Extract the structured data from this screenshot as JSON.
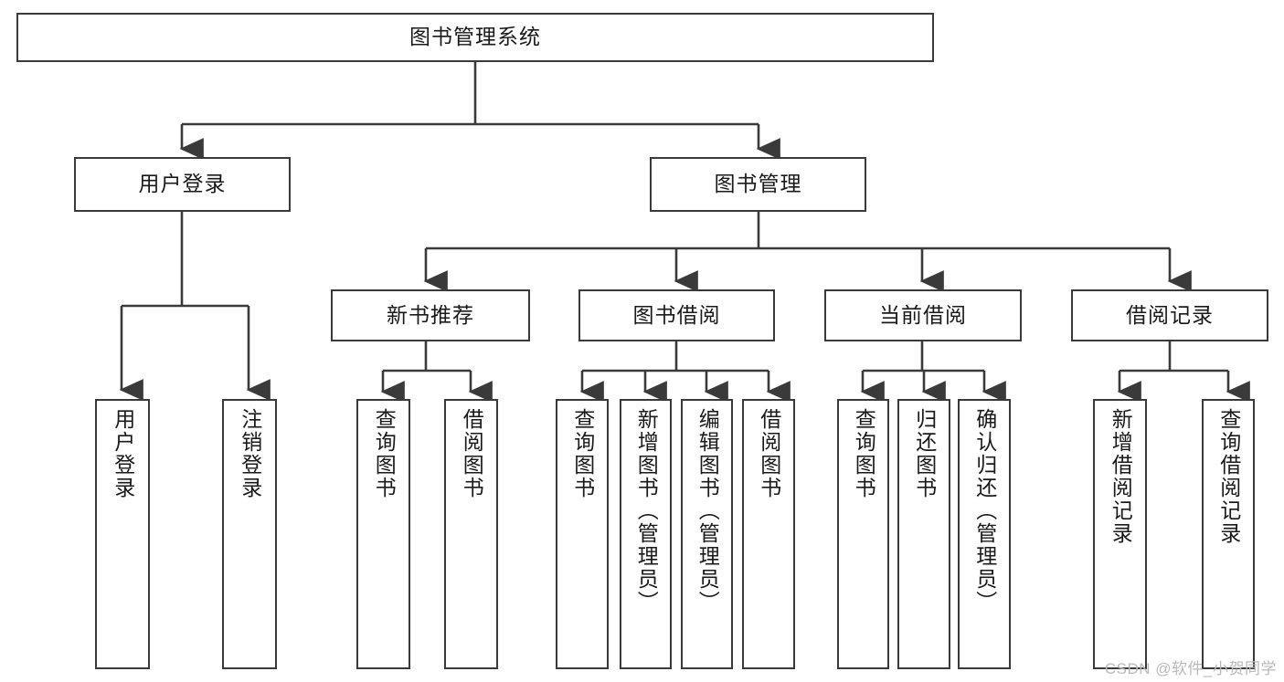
{
  "diagram": {
    "title": "图书管理系统",
    "type": "tree-hierarchy",
    "style": {
      "background": "#ffffff",
      "box_fill": "#ffffff",
      "box_border": "#3a3a3a",
      "line_color": "#3a3a3a",
      "text_color": "#1a1a1a",
      "watermark_color": "#b9b9b9"
    },
    "root": {
      "label": "图书管理系统"
    },
    "level2": [
      {
        "label": "用户登录"
      },
      {
        "label": "图书管理"
      }
    ],
    "level3": [
      {
        "label": "新书推荐"
      },
      {
        "label": "图书借阅"
      },
      {
        "label": "当前借阅"
      },
      {
        "label": "借阅记录"
      }
    ],
    "leaves": {
      "user_login": [
        {
          "label": "用户登录"
        },
        {
          "label": "注销登录"
        }
      ],
      "new_book_recommend": [
        {
          "label": "查询图书"
        },
        {
          "label": "借阅图书"
        }
      ],
      "book_borrow": [
        {
          "label": "查询图书"
        },
        {
          "label": "新增图书（管理员）"
        },
        {
          "label": "编辑图书（管理员）"
        },
        {
          "label": "借阅图书"
        }
      ],
      "current_borrow": [
        {
          "label": "查询图书"
        },
        {
          "label": "归还图书"
        },
        {
          "label": "确认归还（管理员）"
        }
      ],
      "borrow_record": [
        {
          "label": "新增借阅记录"
        },
        {
          "label": "查询借阅记录"
        }
      ]
    },
    "watermark": "CSDN @软件_小贺同学"
  }
}
